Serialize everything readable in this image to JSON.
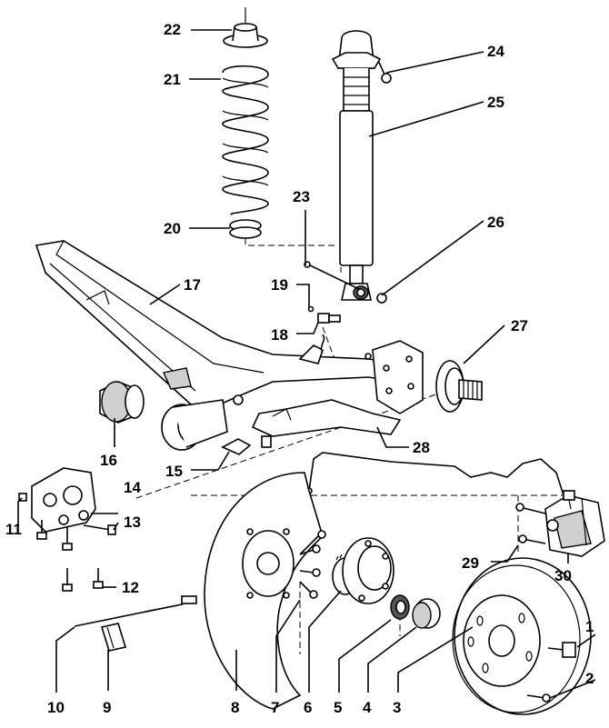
{
  "callouts": [
    "1",
    "2",
    "3",
    "4",
    "5",
    "6",
    "7",
    "8",
    "9",
    "10",
    "11",
    "12",
    "13",
    "14",
    "15",
    "16",
    "17",
    "18",
    "19",
    "20",
    "21",
    "22",
    "23",
    "24",
    "25",
    "26",
    "27",
    "28",
    "29",
    "30"
  ]
}
